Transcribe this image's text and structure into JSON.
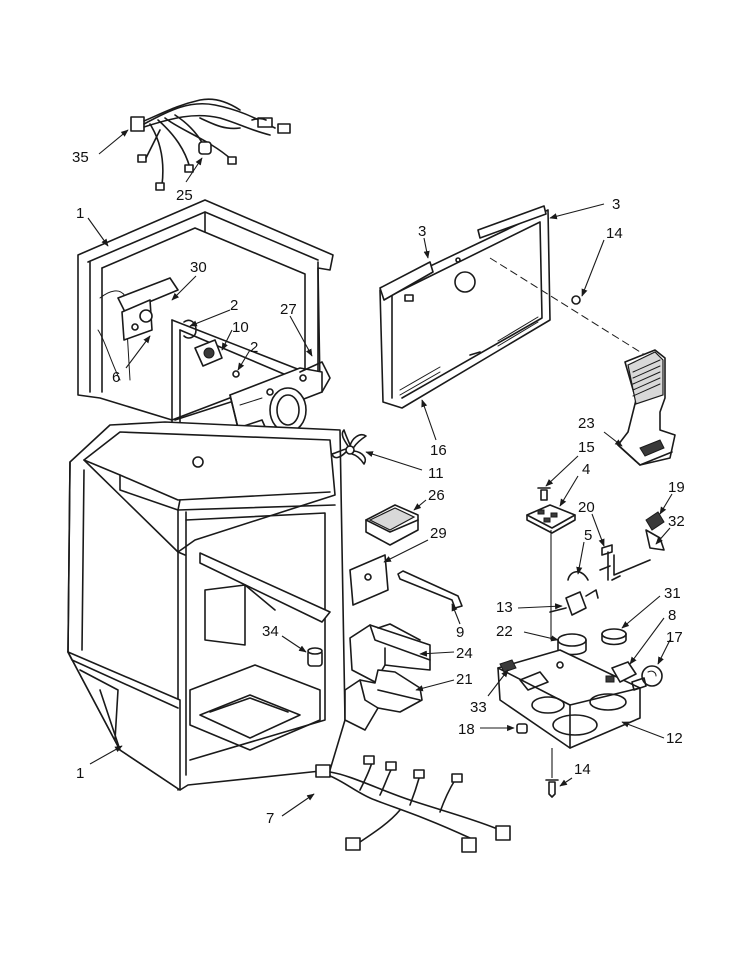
{
  "diagram": {
    "callouts": [
      {
        "id": "c35",
        "text": "35"
      },
      {
        "id": "c25",
        "text": "25"
      },
      {
        "id": "c1a",
        "text": "1"
      },
      {
        "id": "c30",
        "text": "30"
      },
      {
        "id": "c2a",
        "text": "2"
      },
      {
        "id": "c27",
        "text": "27"
      },
      {
        "id": "c10",
        "text": "10"
      },
      {
        "id": "c2b",
        "text": "2"
      },
      {
        "id": "c6",
        "text": "6"
      },
      {
        "id": "c3a",
        "text": "3"
      },
      {
        "id": "c3b",
        "text": "3"
      },
      {
        "id": "c14a",
        "text": "14"
      },
      {
        "id": "c16",
        "text": "16"
      },
      {
        "id": "c23",
        "text": "23"
      },
      {
        "id": "c15",
        "text": "15"
      },
      {
        "id": "c4",
        "text": "4"
      },
      {
        "id": "c11",
        "text": "11"
      },
      {
        "id": "c26",
        "text": "26"
      },
      {
        "id": "c19",
        "text": "19"
      },
      {
        "id": "c20",
        "text": "20"
      },
      {
        "id": "c32",
        "text": "32"
      },
      {
        "id": "c29",
        "text": "29"
      },
      {
        "id": "c5",
        "text": "5"
      },
      {
        "id": "c13",
        "text": "13"
      },
      {
        "id": "c9",
        "text": "9"
      },
      {
        "id": "c31",
        "text": "31"
      },
      {
        "id": "c8",
        "text": "8"
      },
      {
        "id": "c22",
        "text": "22"
      },
      {
        "id": "c34",
        "text": "34"
      },
      {
        "id": "c24",
        "text": "24"
      },
      {
        "id": "c17",
        "text": "17"
      },
      {
        "id": "c21",
        "text": "21"
      },
      {
        "id": "c33",
        "text": "33"
      },
      {
        "id": "c18",
        "text": "18"
      },
      {
        "id": "c12",
        "text": "12"
      },
      {
        "id": "c1b",
        "text": "1"
      },
      {
        "id": "c14b",
        "text": "14"
      },
      {
        "id": "c7",
        "text": "7"
      }
    ]
  }
}
